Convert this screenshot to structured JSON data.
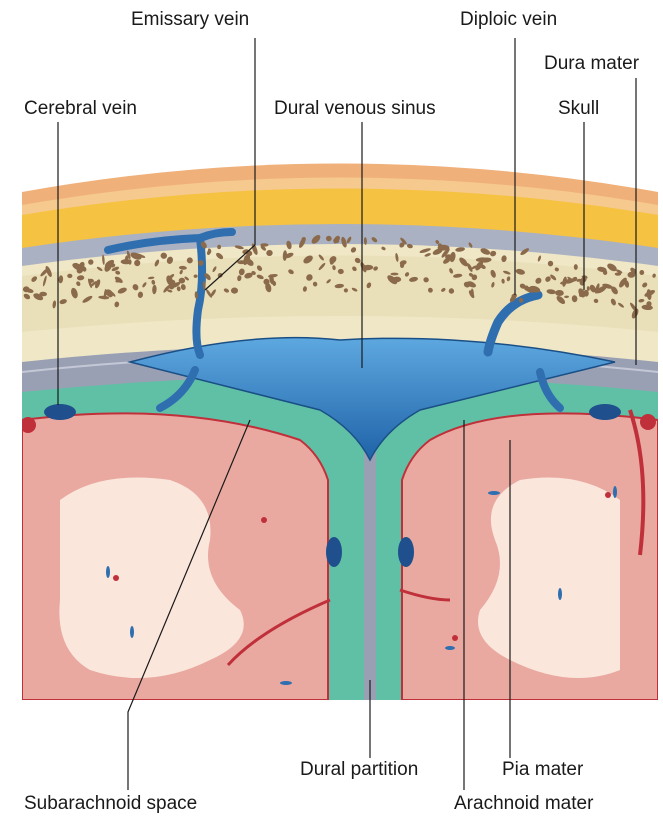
{
  "labels": {
    "emissary_vein": "Emissary vein",
    "diploic_vein": "Diploic vein",
    "dura_mater": "Dura mater",
    "cerebral_vein": "Cerebral vein",
    "dural_venous_sinus": "Dural venous sinus",
    "skull": "Skull",
    "dural_partition": "Dural partition",
    "pia_mater": "Pia mater",
    "subarachnoid_space": "Subarachnoid space",
    "arachnoid_mater": "Arachnoid mater"
  },
  "colors": {
    "scalp_outer": "#f2b57a",
    "scalp_fat": "#f5c242",
    "periosteum": "#b0b6c4",
    "skull_bone": "#efe7c6",
    "bone_pores": "#8a6a4a",
    "dura": "#9aa0b4",
    "sinus": "#2f7fc4",
    "subarachnoid": "#5fc0a6",
    "brain_gray": "#e8a8a0",
    "brain_white": "#fbe6dc",
    "pia_line": "#c0303a"
  }
}
